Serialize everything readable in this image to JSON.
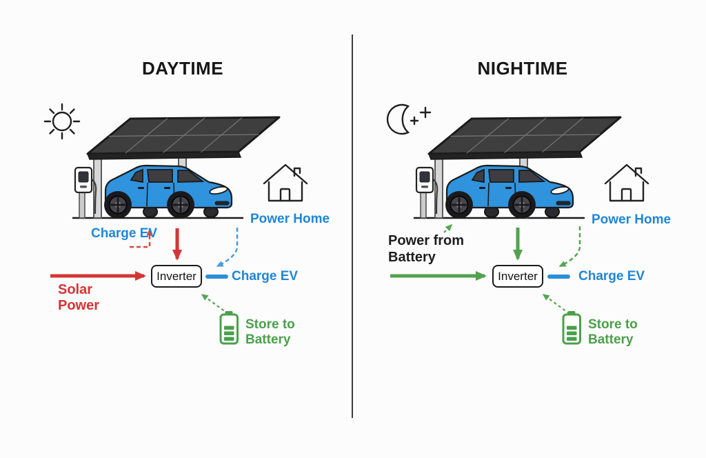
{
  "left": {
    "title": "DAYTIME",
    "charge_ev_car": "Charge EV",
    "power_home": "Power Home",
    "solar_power": {
      "line1": "Solar",
      "line2": "Power"
    },
    "inverter": "Inverter",
    "charge_ev": "Charge EV",
    "store_battery": {
      "line1": "Store to",
      "line2": "Battery"
    }
  },
  "right": {
    "title": "NIGHTIME",
    "power_from_battery": {
      "line1": "Power from",
      "line2": "Battery"
    },
    "power_home": "Power Home",
    "inverter": "Inverter",
    "charge_ev": "Charge EV",
    "store_battery": {
      "line1": "Store to",
      "line2": "Battery"
    }
  },
  "icons": {
    "daytime": [
      "sun-icon",
      "solar-carport",
      "ev-car",
      "ev-charger",
      "house-icon",
      "battery-icon"
    ],
    "nighttime": [
      "moon-icon",
      "solar-carport",
      "ev-car",
      "ev-charger",
      "house-icon",
      "battery-icon"
    ]
  },
  "colors": {
    "red": "#d63535",
    "blue": "#1e86d8",
    "green": "#4ba04b",
    "black": "#1a1a1a",
    "car_blue": "#2f93dd",
    "panel_gray": "#3e3e3e"
  }
}
